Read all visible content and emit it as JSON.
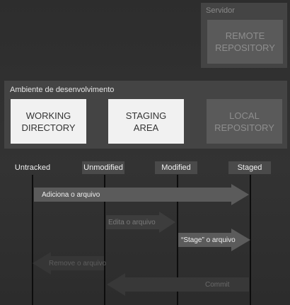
{
  "server": {
    "label": "Servidor",
    "remote_box": "REMOTE\nREPOSITORY"
  },
  "dev_env": {
    "label": "Ambiente de desenvolvimento",
    "working_box": "WORKING\nDIRECTORY",
    "staging_box": "STAGING\nAREA",
    "local_box": "LOCAL\nREPOSITORY"
  },
  "states": {
    "untracked": "Untracked",
    "unmodified": "Unmodified",
    "modified": "Modified",
    "staged": "Staged"
  },
  "arrows": [
    {
      "label": "Adiciona o arquivo",
      "direction": "right",
      "color": "#5b5b5b",
      "text_color": "#f0f0f0"
    },
    {
      "label": "Edita o arquivo",
      "direction": "right",
      "color": "#3d3d3d",
      "text_color": "#7a7a7a"
    },
    {
      "label": "“Stage” o arquivo",
      "direction": "right",
      "color": "#5b5b5b",
      "text_color": "#f0f0f0"
    },
    {
      "label": "Remove o arquivo",
      "direction": "left",
      "color": "#363636",
      "text_color": "#5e5e5e"
    },
    {
      "label": "Commit",
      "direction": "left",
      "color": "#383838",
      "text_color": "#6a6a6a"
    }
  ]
}
